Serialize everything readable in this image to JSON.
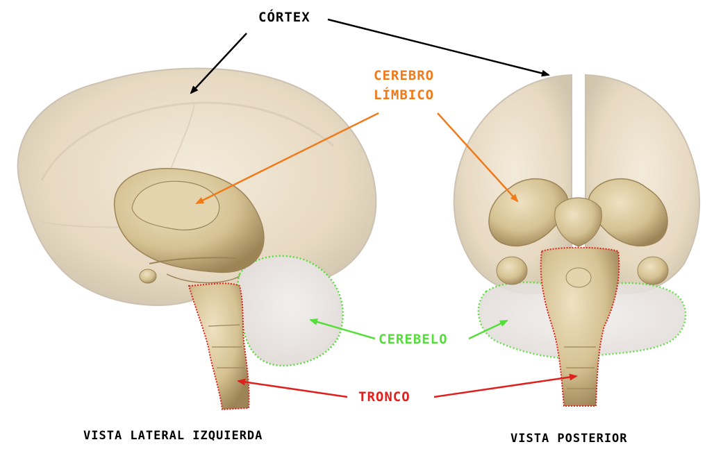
{
  "labels": {
    "cortex": "CÓRTEX",
    "limbico_1": "CEREBRO",
    "limbico_2": "LÍMBICO",
    "cerebelo": "CEREBELO",
    "tronco": "TRONCO"
  },
  "captions": {
    "left": "VISTA LATERAL IZQUIERDA",
    "right": "VISTA POSTERIOR"
  },
  "colors": {
    "cortex": "#000000",
    "limbico": "#f07a1a",
    "cerebelo": "#55dd3a",
    "tronco": "#e0201c",
    "tissue": "#d9c8a0",
    "tissue_dark": "#b7a070",
    "cortex_fill": "#e8dcc8"
  }
}
